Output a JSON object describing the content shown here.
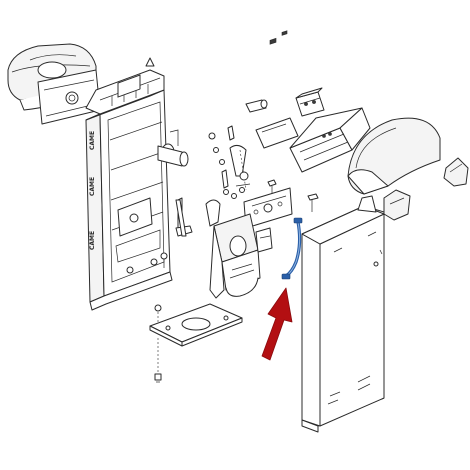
{
  "diagram": {
    "brand_marks": [
      "CAME",
      "CAME",
      "CAME"
    ],
    "colors": {
      "line": "#2b2b2b",
      "highlight_part": "#2a5fa8",
      "arrow": "#b30f12",
      "background": "#ffffff"
    },
    "highlighted_part": "blue-cable-loop",
    "pointer": "red-arrow"
  }
}
